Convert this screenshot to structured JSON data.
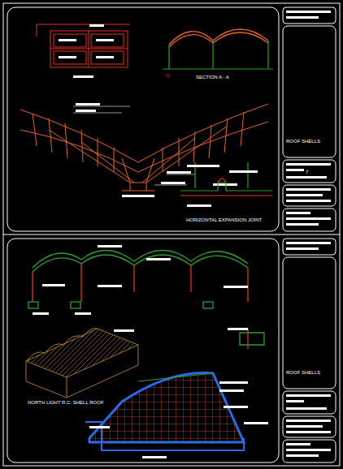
{
  "diagram": {
    "nodes": [
      {
        "text": [
          "ROOF SHELLS"
        ]
      },
      {
        "text": [
          "ROOF SHELLS"
        ]
      }
    ],
    "labels": [
      "SECTION A - A",
      "G",
      "HORIZONTAL EXPANSION JOINT",
      "7",
      "NORTH LIGHT R.C. SHELL ROOF"
    ]
  }
}
